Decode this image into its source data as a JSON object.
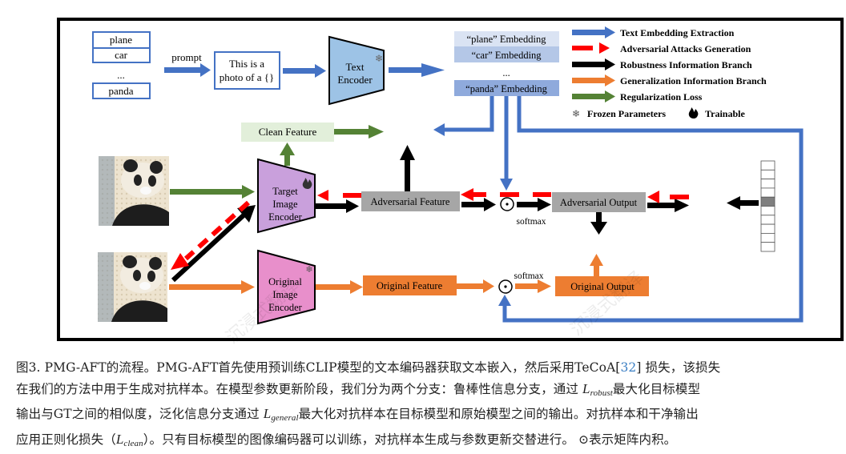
{
  "diagram": {
    "class_list": [
      "plane",
      "car",
      "...",
      "panda"
    ],
    "prompt_label": "prompt",
    "prompt_template_line1": "This is a",
    "prompt_template_line2": "photo of a {}",
    "text_encoder_line1": "Text",
    "text_encoder_line2": "Encoder",
    "embeddings": [
      "“plane” Embedding",
      "“car” Embedding",
      "...",
      "“panda” Embedding"
    ],
    "clean_feature": "Clean Feature",
    "target_encoder": [
      "Target",
      "Image",
      "Encoder"
    ],
    "original_encoder": [
      "Original",
      "Image",
      "Encoder"
    ],
    "adversarial_feature": "Adversarial Feature",
    "adversarial_output": "Adversarial Output",
    "original_feature": "Original Feature",
    "original_output": "Original Output",
    "softmax_top": "softmax",
    "softmax_bottom": "softmax",
    "dot_symbol": "⊙",
    "label_vector_cells": 10,
    "label_vector_active_index": 4,
    "legend": [
      {
        "label": "Text Embedding Extraction",
        "style": "solid",
        "color": "#4472c4"
      },
      {
        "label": "Adversarial Attacks Generation",
        "style": "dashed",
        "color": "#ff0000"
      },
      {
        "label": "Robustness Information Branch",
        "style": "solid",
        "color": "#000000"
      },
      {
        "label": "Generalization Information Branch",
        "style": "solid",
        "color": "#ed7d31"
      },
      {
        "label": "Regularization Loss",
        "style": "solid",
        "color": "#548235"
      }
    ],
    "legend_frozen": "Frozen Parameters",
    "legend_trainable": "Trainable",
    "icons": {
      "frozen": "snowflake-icon",
      "trainable": "flame-icon"
    }
  },
  "colors": {
    "blue": "#4472c4",
    "red": "#ff0000",
    "black": "#000000",
    "orange": "#ed7d31",
    "green": "#548235",
    "text_encoder_fill": "#9dc3e6",
    "target_encoder_fill": "#c9a0dc",
    "original_encoder_fill": "#e88fcb",
    "gray_box": "#a6a6a6",
    "clean_feature_fill": "#e2efda",
    "embedding_light": "#dae3f3",
    "embedding_mid": "#b4c7e7",
    "embedding_dark": "#8faadc"
  },
  "caption": {
    "l1_a": "图3. PMG-AFT的流程。PMG-AFT首先使用预训练CLIP模型的文本编码器获取文本嵌入，然后采用TeCoA[",
    "l1_ref": "32",
    "l1_b": "] 损失，该损失",
    "l2_a": "在我们的方法中用于生成对抗样本。在模型参数更新阶段，我们分为两个分支：鲁棒性信息分支，通过 ",
    "l2_math": "L",
    "l2_sub": "robust",
    "l2_b": "最大化目标模型",
    "l3_a": "输出与GT之间的相似度，泛化信息分支通过 ",
    "l3_math": "L",
    "l3_sub": "general",
    "l3_b": "最大化对抗样本在目标模型和原始模型之间的输出。对抗样本和干净输出",
    "l4_a": "应用正则化损失（",
    "l4_math": "L",
    "l4_sub": "clean",
    "l4_b": "）。只有目标模型的图像编码器可以训练，对抗样本生成与参数更新交替进行。 ⊙表示矩阵内积。"
  }
}
